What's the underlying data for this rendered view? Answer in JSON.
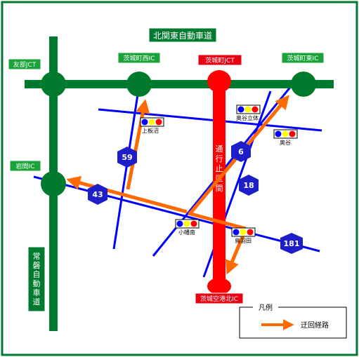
{
  "expressways": {
    "north_kanto": "北関東自動車道",
    "joban": "常磐自動車道"
  },
  "interchanges": {
    "tomobe_jct": "友部JCT",
    "ibaraki_nishi_ic": "茨城町西IC",
    "ibaraki_jct": "茨城町JCT",
    "ibaraki_higashi_ic": "茨城町東IC",
    "iwama_ic": "岩間IC",
    "airport_kita_ic": "茨城空港北IC"
  },
  "closure_label": "通行止区間",
  "routes": {
    "r59": "59",
    "r6": "6",
    "r18": "18",
    "r43": "43",
    "r181": "181"
  },
  "signals": {
    "kamiitazuma": "上板沼",
    "okuya_tachi": "奥谷立体",
    "okuya": "奥谷",
    "kobata_minami": "小幡南",
    "ohata": "鳥羽田"
  },
  "legend": {
    "title": "凡例",
    "detour_label": "迂回経路"
  },
  "colors": {
    "expressway": "#007a2e",
    "interchange_label_fill": "#1aa33a",
    "jct_label_fill": "#e60012",
    "closure": "#ff0000",
    "general_road": "#0000ff",
    "route_shield": "#1e1ec8",
    "detour": "#ff6a00",
    "border": "#007a2e"
  }
}
